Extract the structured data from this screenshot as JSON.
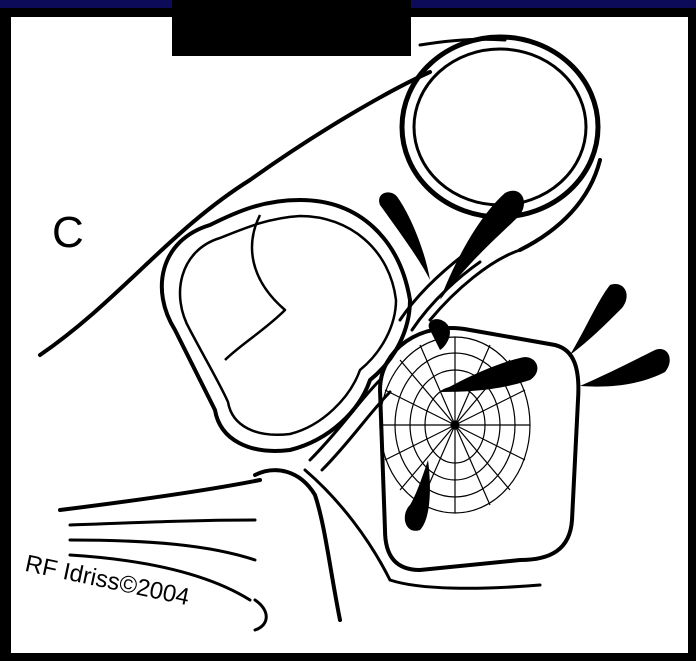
{
  "panel_letter": "C",
  "credit": "RF Idriss©2004",
  "colors": {
    "background": "#000000",
    "canvas": "#ffffff",
    "top_bar": "#0b0b5a",
    "ink": "#000000"
  },
  "icons": [
    "redaction-block",
    "ring-outline",
    "teardrop-shapes",
    "rosette-disc"
  ]
}
